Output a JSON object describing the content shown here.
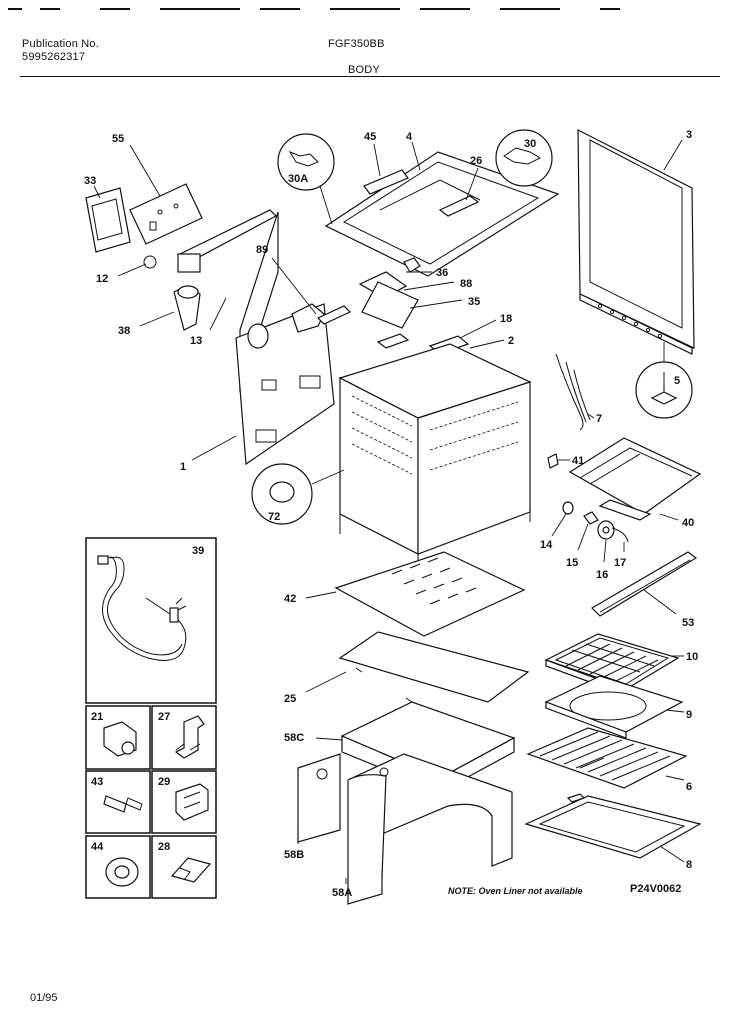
{
  "header": {
    "publication_label": "Publication No.",
    "publication_number": "5995262317",
    "model": "FGF350BB",
    "section": "BODY"
  },
  "footer": {
    "date": "01/95",
    "note": "NOTE: Oven Liner not available",
    "diagram_code": "P24V0062"
  },
  "parts": [
    "55",
    "33",
    "12",
    "38",
    "13",
    "1",
    "89",
    "45",
    "4",
    "30A",
    "26",
    "30",
    "3",
    "36",
    "88",
    "35",
    "18",
    "2",
    "5",
    "7",
    "41",
    "40",
    "72",
    "14",
    "15",
    "16",
    "17",
    "42",
    "53",
    "25",
    "10",
    "9",
    "58C",
    "6",
    "8",
    "58B",
    "58A",
    "39",
    "21",
    "27",
    "43",
    "29",
    "44",
    "28"
  ]
}
